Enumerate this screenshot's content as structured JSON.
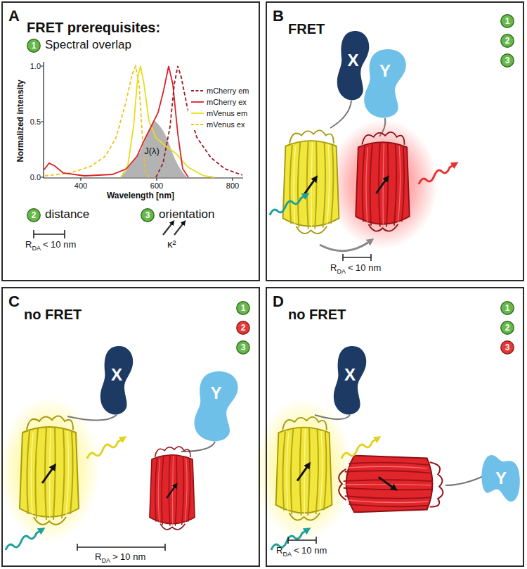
{
  "diagram": {
    "nodes": [
      {
        "text": [
          "A",
          "FRET prerequisites:"
        ]
      },
      {
        "text": [
          "1"
        ],
        "in": 0
      },
      {
        "text": [
          "2"
        ],
        "in": 0
      },
      {
        "text": [
          "3"
        ],
        "in": 0
      },
      {
        "text": [
          "B",
          "FRET"
        ]
      },
      {
        "text": [
          "1"
        ],
        "in": 4
      },
      {
        "text": [
          "2"
        ],
        "in": 4
      },
      {
        "text": [
          "3"
        ],
        "in": 4
      },
      {
        "text": [
          "X"
        ],
        "in": 4
      },
      {
        "text": [
          "Y"
        ],
        "in": 4
      },
      {
        "text": [
          "C",
          "no FRET"
        ]
      },
      {
        "text": [
          "1"
        ],
        "in": 10
      },
      {
        "text": [
          "2"
        ],
        "in": 10
      },
      {
        "text": [
          "3"
        ],
        "in": 10
      },
      {
        "text": [
          "X"
        ],
        "in": 10
      },
      {
        "text": [
          "Y"
        ],
        "in": 10
      },
      {
        "text": [
          "D",
          "no FRET"
        ]
      },
      {
        "text": [
          "1"
        ],
        "in": 16
      },
      {
        "text": [
          "2"
        ],
        "in": 16
      },
      {
        "text": [
          "3"
        ],
        "in": 16
      },
      {
        "text": [
          "X"
        ],
        "in": 16
      },
      {
        "text": [
          "Y"
        ],
        "in": 16
      }
    ],
    "labels": [
      "Spectral overlap",
      "Normalized intensity",
      "1.0",
      "0.5",
      "0.0",
      "400",
      "600",
      "800",
      "Wavelength [nm]",
      "J(λ)",
      "distance",
      "orientation",
      "R",
      "DA",
      "< 10 nm",
      "κ²",
      "R",
      "DA",
      "< 10 nm",
      "R",
      "DA",
      "> 10 nm",
      "R",
      "DA",
      "< 10 nm"
    ],
    "legend": [
      {
        "text": "mCherry em"
      },
      {
        "text": "mCherry ex"
      },
      {
        "text": "mVenus em"
      },
      {
        "text": "mVenus ex"
      }
    ]
  }
}
